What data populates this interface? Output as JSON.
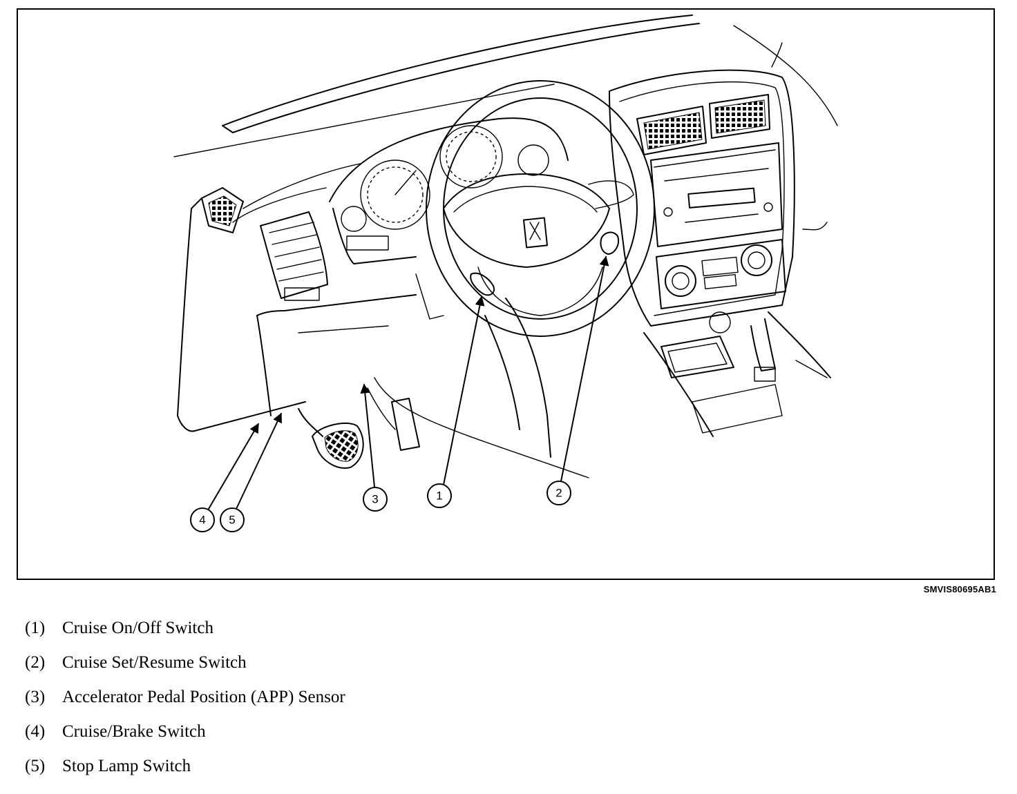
{
  "figure": {
    "id_code": "SMVIS80695AB1",
    "callouts": [
      "1",
      "2",
      "3",
      "4",
      "5"
    ]
  },
  "legend": [
    {
      "num": "(1)",
      "label": "Cruise On/Off Switch"
    },
    {
      "num": "(2)",
      "label": "Cruise Set/Resume Switch"
    },
    {
      "num": "(3)",
      "label": "Accelerator Pedal Position (APP) Sensor"
    },
    {
      "num": "(4)",
      "label": "Cruise/Brake Switch"
    },
    {
      "num": "(5)",
      "label": "Stop Lamp Switch"
    }
  ]
}
